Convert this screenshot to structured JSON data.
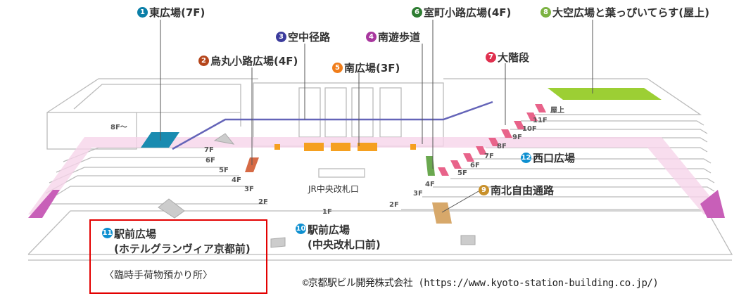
{
  "labels": [
    {
      "num": "1",
      "text": "東広場(7F)",
      "color": "#0b7fa8"
    },
    {
      "num": "2",
      "text": "烏丸小路広場(4F)",
      "color": "#b5451b"
    },
    {
      "num": "3",
      "text": "空中径路",
      "color": "#3b3b9c"
    },
    {
      "num": "4",
      "text": "南遊歩道",
      "color": "#a8379e"
    },
    {
      "num": "5",
      "text": "南広場(3F)",
      "color": "#f07d1a"
    },
    {
      "num": "6",
      "text": "室町小路広場(4F)",
      "color": "#2e7d32"
    },
    {
      "num": "7",
      "text": "大階段",
      "color": "#e0304f"
    },
    {
      "num": "8",
      "text": "大空広場と葉っぴいてらす(屋上)",
      "color": "#7cb342"
    },
    {
      "num": "9",
      "text": "南北自由通路",
      "color": "#c8902a"
    },
    {
      "num": "10",
      "text": "駅前広場",
      "text2": "(中央改札口前)",
      "color": "#0d8fd0"
    },
    {
      "num": "11",
      "text": "駅前広場",
      "text2": "(ホテルグランヴィア京都前)",
      "color": "#0d8fd0"
    },
    {
      "num": "12",
      "text": "西口広場",
      "color": "#0d8fd0"
    }
  ],
  "highlight_note": "〈臨時手荷物預かり所〉",
  "floors_left": [
    "8F〜",
    "7F",
    "6F",
    "5F",
    "4F",
    "3F",
    "2F"
  ],
  "floors_right": [
    "屋上",
    "11F",
    "10F",
    "9F",
    "8F",
    "7F",
    "6F",
    "5F",
    "4F",
    "3F",
    "2F"
  ],
  "center": {
    "gate": "JR中央改札口",
    "floor": "1F"
  },
  "copyright": "©京都駅ビル開発株式会社 (https://www.kyoto-station-building.co.jp/)"
}
